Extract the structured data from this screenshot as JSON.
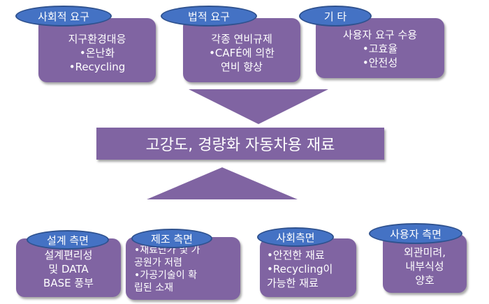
{
  "title": "고강도, 경량화 자동차용 재료",
  "top": [
    {
      "label": "사회적 요구",
      "lines": [
        "지구환경대응",
        "•온난화",
        "•Recycling"
      ]
    },
    {
      "label": "법적 요구",
      "lines": [
        "각종 연비규제",
        "•CAFÉ에 의한",
        "연비 향상"
      ]
    },
    {
      "label": "기 타",
      "lines": [
        "사용자 요구 수용",
        "•고효율",
        "•안전성"
      ]
    }
  ],
  "bottom": [
    {
      "label": "설계 측면",
      "lines": [
        "설계편리성",
        "및 DATA",
        "BASE 풍부"
      ]
    },
    {
      "label": "제조 측면",
      "lines": [
        "•재료단가 및 가",
        "공원가 저렴",
        "•가공기술이 확",
        "립된 소재"
      ]
    },
    {
      "label": "사회측면",
      "lines": [
        "•안전한 재료",
        "•Recycling이",
        "가능한 재료"
      ]
    },
    {
      "label": "사용자 측면",
      "lines": [
        "외관미려,",
        "내부식성",
        "양호"
      ]
    }
  ],
  "colors": {
    "box": "#8064a2",
    "pill": "#4472c4",
    "pill_border": "#2f528f",
    "arrow": "#8064a2"
  }
}
